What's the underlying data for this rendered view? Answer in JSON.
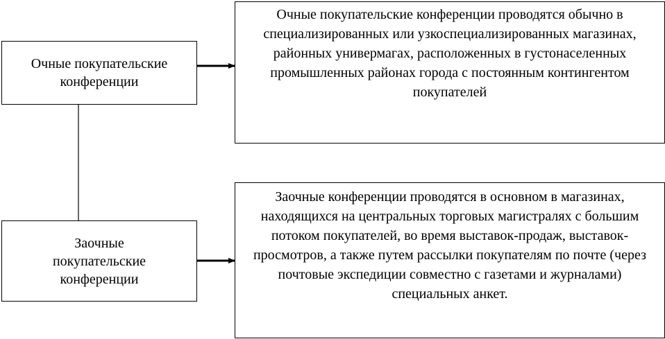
{
  "diagram": {
    "nodes": {
      "in_person": "Очные покупательские конференции",
      "correspondence": "Заочные покупательские конференции",
      "in_person_desc": "Очные покупательские конференции проводятся обычно в специализированных или узкоспециализированных магазинах, районных универмагах, расположенных в густонаселенных промышленных районах города с постоянным контингентом покупателей",
      "correspondence_desc": "Заочные конференции проводятся в основном в магазинах, находящихся на центральных торговых магистралях с большим потоком покупателей, во время выставок-продаж, выставок-просмотров, а также путем рассылки покупателям по почте (через почтовые экспедиции совместно с газетами и журналами) специальных анкет."
    },
    "edges": [
      {
        "from": "in_person",
        "to": "in_person_desc",
        "type": "arrow"
      },
      {
        "from": "correspondence",
        "to": "correspondence_desc",
        "type": "arrow"
      },
      {
        "from": "in_person",
        "to": "correspondence",
        "type": "line"
      }
    ]
  }
}
